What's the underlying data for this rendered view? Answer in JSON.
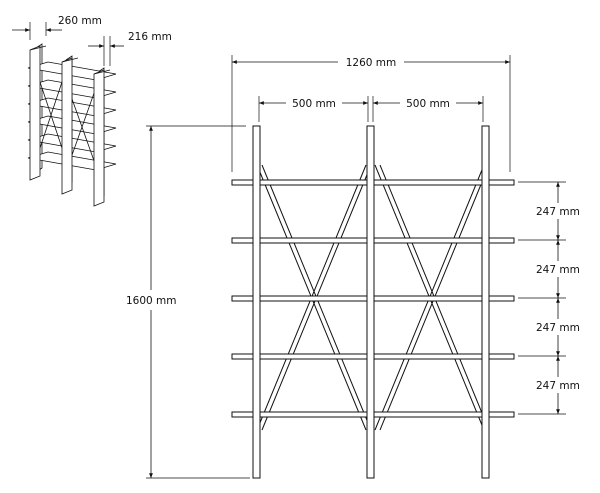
{
  "labels": {
    "iso_depth": "260 mm",
    "iso_post": "216 mm",
    "total_width": "1260 mm",
    "bay_left": "500 mm",
    "bay_right": "500 mm",
    "height": "1600 mm",
    "shelf_gaps": [
      "247 mm",
      "247 mm",
      "247 mm",
      "247 mm"
    ]
  }
}
